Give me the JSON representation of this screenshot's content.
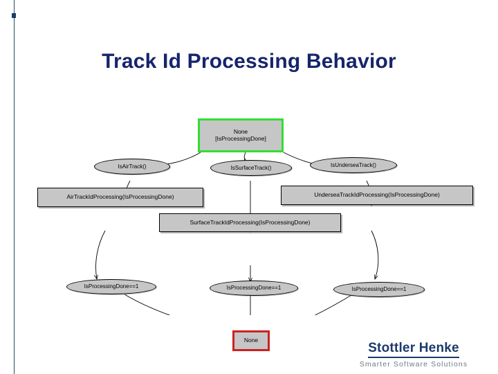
{
  "slide": {
    "title": "Track Id Processing Behavior",
    "accent_color": "#16256b",
    "rule_color": "#1f4f5f"
  },
  "footer": {
    "company": "Stottler Henke",
    "tagline": "Smarter Software Solutions"
  },
  "diagram": {
    "type": "state-transition-diagram",
    "colors": {
      "node_fill": "#c6c6c6",
      "node_border": "#000000",
      "start_border": "#33dd33",
      "end_border": "#cc2222"
    },
    "nodes": [
      {
        "id": "start",
        "shape": "rect",
        "role": "start",
        "label_line1": "None",
        "label_line2": "[IsProcessingDone]"
      },
      {
        "id": "is_air",
        "shape": "ellipse",
        "role": "guard",
        "label": "IsAirTrack()"
      },
      {
        "id": "is_surface",
        "shape": "ellipse",
        "role": "guard",
        "label": "IsSurfaceTrack()"
      },
      {
        "id": "is_undersea",
        "shape": "ellipse",
        "role": "guard",
        "label": "IsUnderseaTrack()"
      },
      {
        "id": "air_proc",
        "shape": "rect",
        "role": "action",
        "label": "AirTrackIdProcessing(IsProcessingDone)"
      },
      {
        "id": "undersea_proc",
        "shape": "rect",
        "role": "action",
        "label": "UnderseaTrackIdProcessing(IsProcessingDone)"
      },
      {
        "id": "surface_proc",
        "shape": "rect",
        "role": "action",
        "label": "SurfaceTrackIdProcessing(IsProcessingDone)"
      },
      {
        "id": "done_left",
        "shape": "ellipse",
        "role": "guard",
        "label": "IsProcessingDone==1"
      },
      {
        "id": "done_center",
        "shape": "ellipse",
        "role": "guard",
        "label": "IsProcessingDone==1"
      },
      {
        "id": "done_right",
        "shape": "ellipse",
        "role": "guard",
        "label": "IsProcessingDone==1"
      },
      {
        "id": "end",
        "shape": "rect",
        "role": "end",
        "label": "None"
      }
    ],
    "edges": [
      {
        "from": "start",
        "to": "is_air"
      },
      {
        "from": "start",
        "to": "is_surface"
      },
      {
        "from": "start",
        "to": "is_undersea"
      },
      {
        "from": "is_air",
        "to": "air_proc"
      },
      {
        "from": "is_surface",
        "to": "surface_proc"
      },
      {
        "from": "is_undersea",
        "to": "undersea_proc"
      },
      {
        "from": "air_proc",
        "to": "done_left"
      },
      {
        "from": "surface_proc",
        "to": "done_center"
      },
      {
        "from": "undersea_proc",
        "to": "done_right"
      },
      {
        "from": "done_left",
        "to": "end"
      },
      {
        "from": "done_center",
        "to": "end"
      },
      {
        "from": "done_right",
        "to": "end"
      }
    ]
  }
}
